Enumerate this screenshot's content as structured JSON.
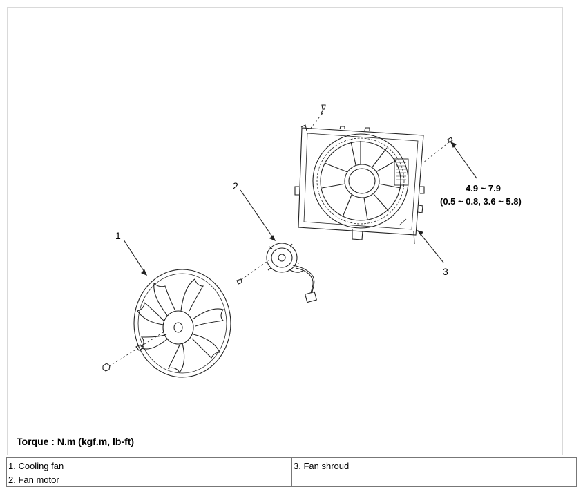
{
  "diagram": {
    "callouts": [
      "1",
      "2",
      "3"
    ],
    "torque_spec_line1": "4.9 ~ 7.9",
    "torque_spec_line2": "(0.5 ~ 0.8, 3.6 ~ 5.8)"
  },
  "caption": {
    "torque_units": "Torque : N.m (kgf.m, lb-ft)"
  },
  "legend": {
    "left": [
      {
        "label": "1. Cooling fan"
      },
      {
        "label": "2. Fan motor"
      }
    ],
    "right": [
      {
        "label": "3. Fan shroud"
      }
    ]
  }
}
